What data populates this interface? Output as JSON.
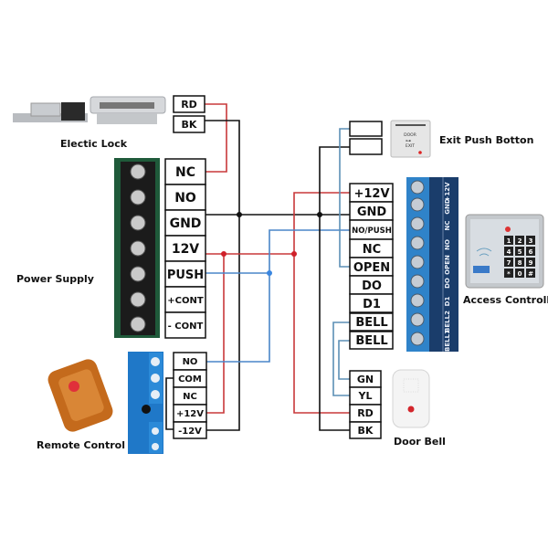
{
  "colors": {
    "red_wire": "#c8383a",
    "black_wire": "#111111",
    "blue_wire": "#4a86c8",
    "steel_wire": "#5b8fb5",
    "terminal_board": "#2f83c9",
    "pcb": "#1f5a3a"
  },
  "labels": {
    "electric_lock": "Electic Lock",
    "power_supply": "Power Supply",
    "remote_control": "Remote Control",
    "door_bell": "Door Bell",
    "exit_button": "Exit Push Botton",
    "access_controller": "Access Controller"
  },
  "lock_terminals": [
    "RD",
    "BK"
  ],
  "power_supply_terminals": [
    "NC",
    "NO",
    "GND",
    "12V",
    "PUSH",
    "+CONT",
    "- CONT"
  ],
  "exit_button_terminals": [
    "",
    ""
  ],
  "exit_button_face": {
    "line1": "DOOR",
    "line2": "EXIT"
  },
  "access_controller_terminals": [
    "+12V",
    "GND",
    "NO/PUSH",
    "NC",
    "OPEN",
    "DO",
    "D1",
    "BELL",
    "BELL"
  ],
  "terminal_board_labels": [
    "+12V",
    "GND",
    "NC",
    "NO",
    "OPEN",
    "DO",
    "D1",
    "BELL2",
    "BELL1"
  ],
  "keypad_keys": [
    "1",
    "2",
    "3",
    "4",
    "5",
    "6",
    "7",
    "8",
    "9",
    "*",
    "0",
    "#"
  ],
  "remote_terminals": [
    "NO",
    "COM",
    "NC",
    "+12V",
    "-12V"
  ],
  "door_bell_terminals": [
    "GN",
    "YL",
    "RD",
    "BK"
  ]
}
